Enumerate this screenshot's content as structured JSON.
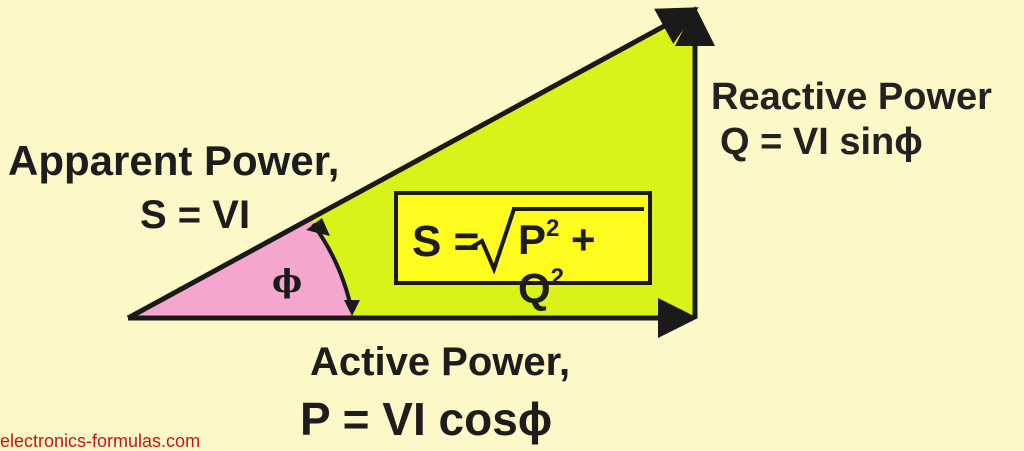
{
  "labels": {
    "apparent_title": "Apparent Power,",
    "apparent_formula": "S = VI",
    "reactive_title": "Reactive Power",
    "reactive_formula": "Q = VI sinϕ",
    "active_title": "Active Power,",
    "active_formula": "P = VI cosϕ",
    "angle_symbol": "ϕ"
  },
  "formula": {
    "lhs": "S =",
    "p_term": "P",
    "p_exp": "2",
    "plus": " + ",
    "q_term": "Q",
    "q_exp": "2"
  },
  "watermark": "electronics-formulas.com",
  "colors": {
    "background": "#fdf8c8",
    "triangle_fill": "#d8f21a",
    "angle_wedge_fill": "#f4a6cf",
    "formula_box_fill": "#fffb1f",
    "line_color": "#1a1a1a",
    "watermark_color": "#c3151b"
  }
}
